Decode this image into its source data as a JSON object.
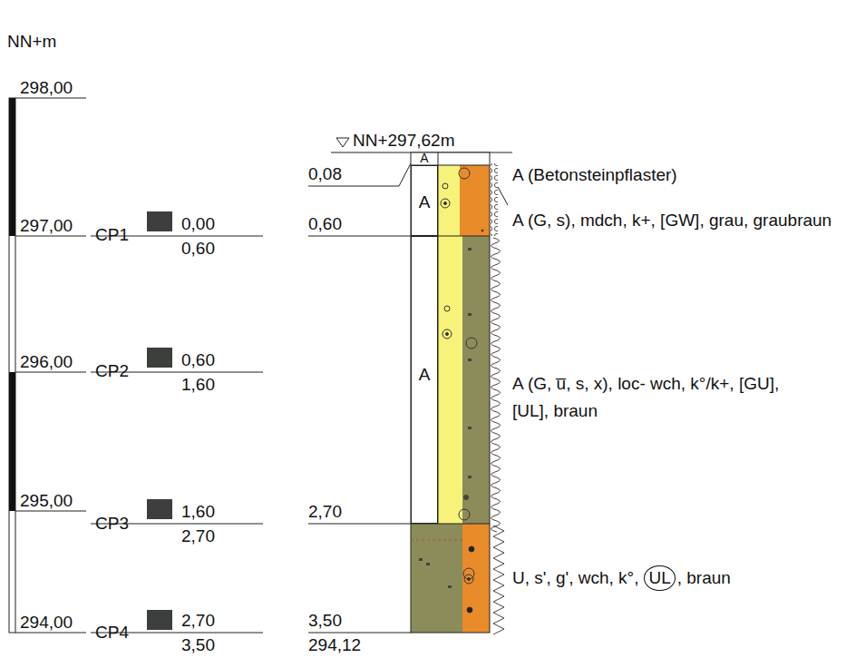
{
  "diagram": {
    "nodes": [
      {
        "text": [
          "A"
        ]
      },
      {
        "text": [
          "A"
        ]
      },
      {
        "text": [
          "A"
        ]
      }
    ],
    "labels": [
      "NN+m",
      "298,00",
      "297,00",
      "296,00",
      "295,00",
      "294,00",
      "CP1",
      "0,00",
      "0,60",
      "CP2",
      "0,60",
      "1,60",
      "CP3",
      "1,60",
      "2,70",
      "CP4",
      "2,70",
      "3,50",
      "NN+297,62m",
      "0,08",
      "0,60",
      "2,70",
      "3,50",
      "294,12",
      "A (Betonsteinpflaster)",
      "A (G, s), mdch, k+, [GW], grau, graubraun",
      "A (G, u̅, s, x), loc- wch, k°/k+, [GU],[UL], braun",
      "U, s', g', wch, k°,",
      "UL",
      ", braun"
    ]
  }
}
